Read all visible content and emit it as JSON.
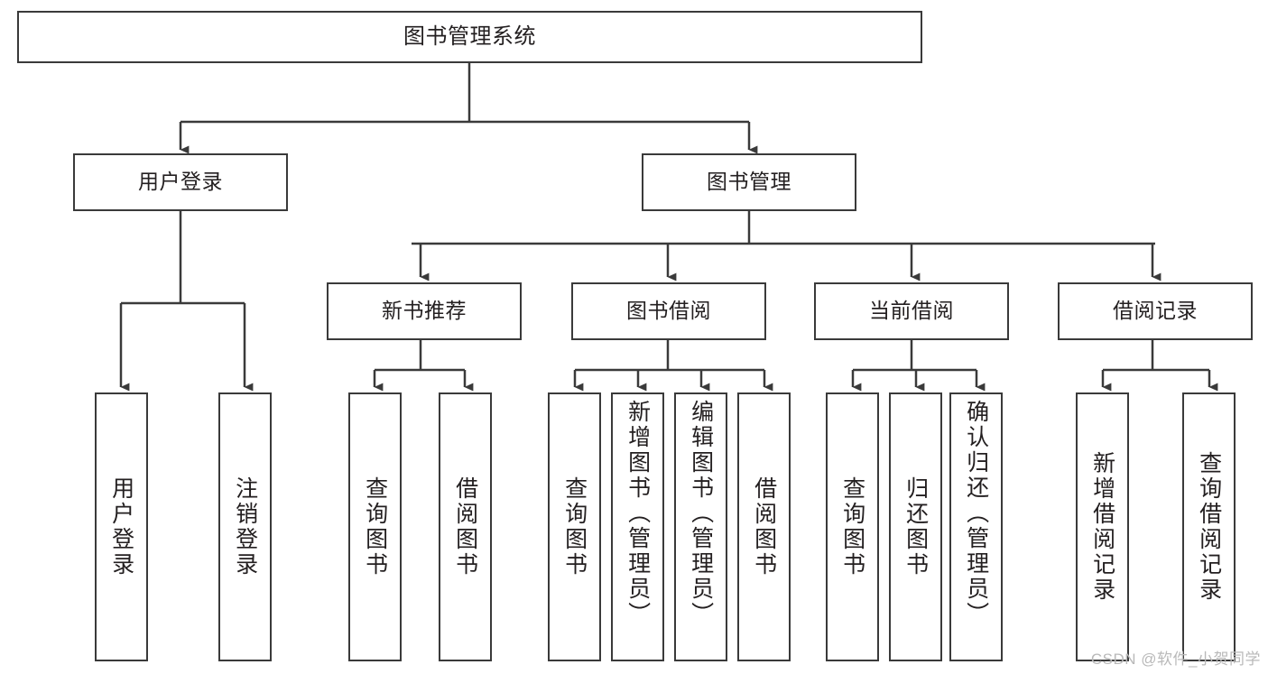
{
  "diagram": {
    "title": "图书管理系统",
    "type": "tree-hierarchy",
    "line_color": "#3a3a3a",
    "box_fill": "#ffffff",
    "text_color": "#231f20"
  },
  "root": {
    "label": "图书管理系统"
  },
  "level1": [
    {
      "label": "用户登录"
    },
    {
      "label": "图书管理"
    }
  ],
  "level2": [
    {
      "label": "新书推荐"
    },
    {
      "label": "图书借阅"
    },
    {
      "label": "当前借阅"
    },
    {
      "label": "借阅记录"
    }
  ],
  "leaves": {
    "user_login": [
      {
        "label": "用户登录"
      },
      {
        "label": "注销登录"
      }
    ],
    "new_book_recommend": [
      {
        "label": "查询图书"
      },
      {
        "label": "借阅图书"
      }
    ],
    "book_borrow": [
      {
        "label": "查询图书"
      },
      {
        "label": "新增图书（管理员）"
      },
      {
        "label": "编辑图书（管理员）"
      },
      {
        "label": "借阅图书"
      }
    ],
    "current_borrow": [
      {
        "label": "查询图书"
      },
      {
        "label": "归还图书"
      },
      {
        "label": "确认归还（管理员）"
      }
    ],
    "borrow_record": [
      {
        "label": "新增借阅记录"
      },
      {
        "label": "查询借阅记录"
      }
    ]
  },
  "watermark": {
    "text": "CSDN @软件_小贺同学"
  }
}
